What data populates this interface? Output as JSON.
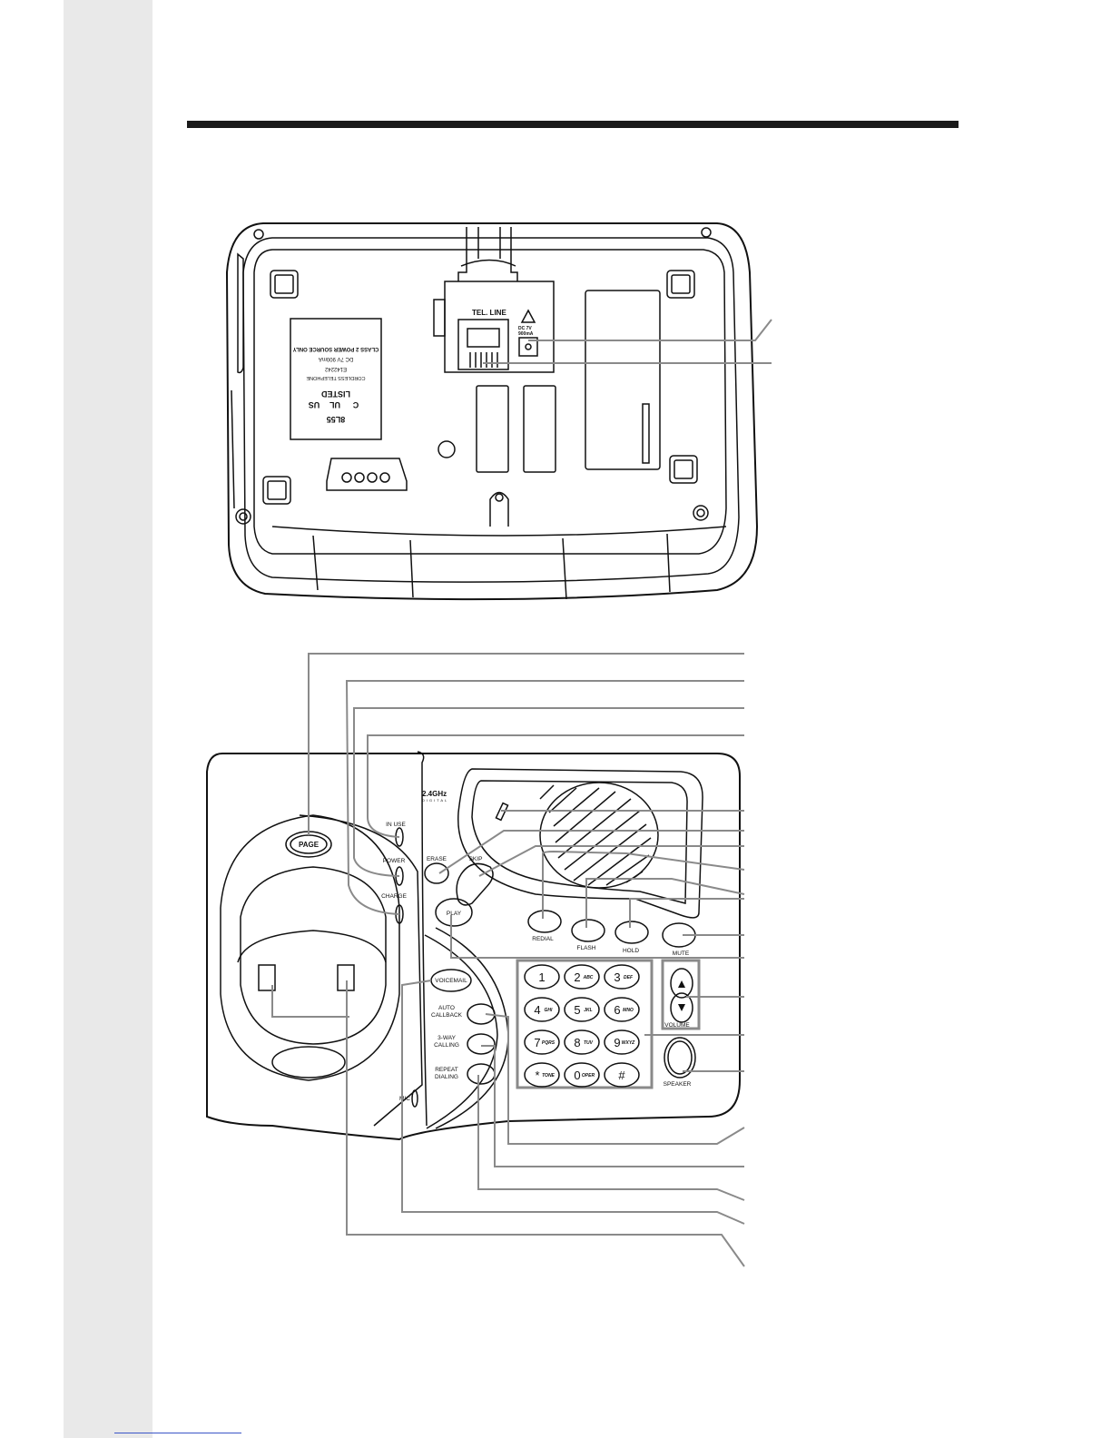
{
  "colors": {
    "band": "#e9e9e9",
    "rule": "#1a1a1a",
    "leader": "#8a8a8a",
    "footer_rule": "#3b56c8",
    "line": "#111111"
  },
  "bottom_view": {
    "jack_label": "TEL. LINE",
    "power_rating": [
      "DC 7V",
      "900mA"
    ],
    "cert_label": [
      "8L55",
      "C",
      "UL",
      "US",
      "LISTED",
      "CORDLESS TELEPHONE",
      "E142242",
      "DC 7V 900mA",
      "CLASS 2 POWER SOURCE ONLY"
    ]
  },
  "top_view": {
    "band_label": [
      "2.4GHz",
      "DIGITAL"
    ],
    "indicators": {
      "in_use": "IN USE",
      "power": "POWER",
      "charge": "CHARGE",
      "mic": "MIC"
    },
    "buttons": {
      "page": "PAGE",
      "erase": "ERASE",
      "skip": "SKIP",
      "play": "PLAY",
      "redial": "REDIAL",
      "flash": "FLASH",
      "hold": "HOLD",
      "mute": "MUTE",
      "voicemail": "VOICEMAIL",
      "auto_callback": [
        "AUTO",
        "CALLBACK"
      ],
      "three_way": [
        "3-WAY",
        "CALLING"
      ],
      "repeat_dialing": [
        "REPEAT",
        "DIALING"
      ],
      "volume": "VOLUME",
      "speaker": "SPEAKER"
    },
    "keypad": [
      {
        "digit": "1",
        "letters": ""
      },
      {
        "digit": "2",
        "letters": "ABC"
      },
      {
        "digit": "3",
        "letters": "DEF"
      },
      {
        "digit": "4",
        "letters": "GHI"
      },
      {
        "digit": "5",
        "letters": "JKL"
      },
      {
        "digit": "6",
        "letters": "MNO"
      },
      {
        "digit": "7",
        "letters": "PQRS"
      },
      {
        "digit": "8",
        "letters": "TUV"
      },
      {
        "digit": "9",
        "letters": "WXYZ"
      },
      {
        "digit": "*",
        "letters": "TONE"
      },
      {
        "digit": "0",
        "letters": "OPER"
      },
      {
        "digit": "#",
        "letters": ""
      }
    ]
  }
}
